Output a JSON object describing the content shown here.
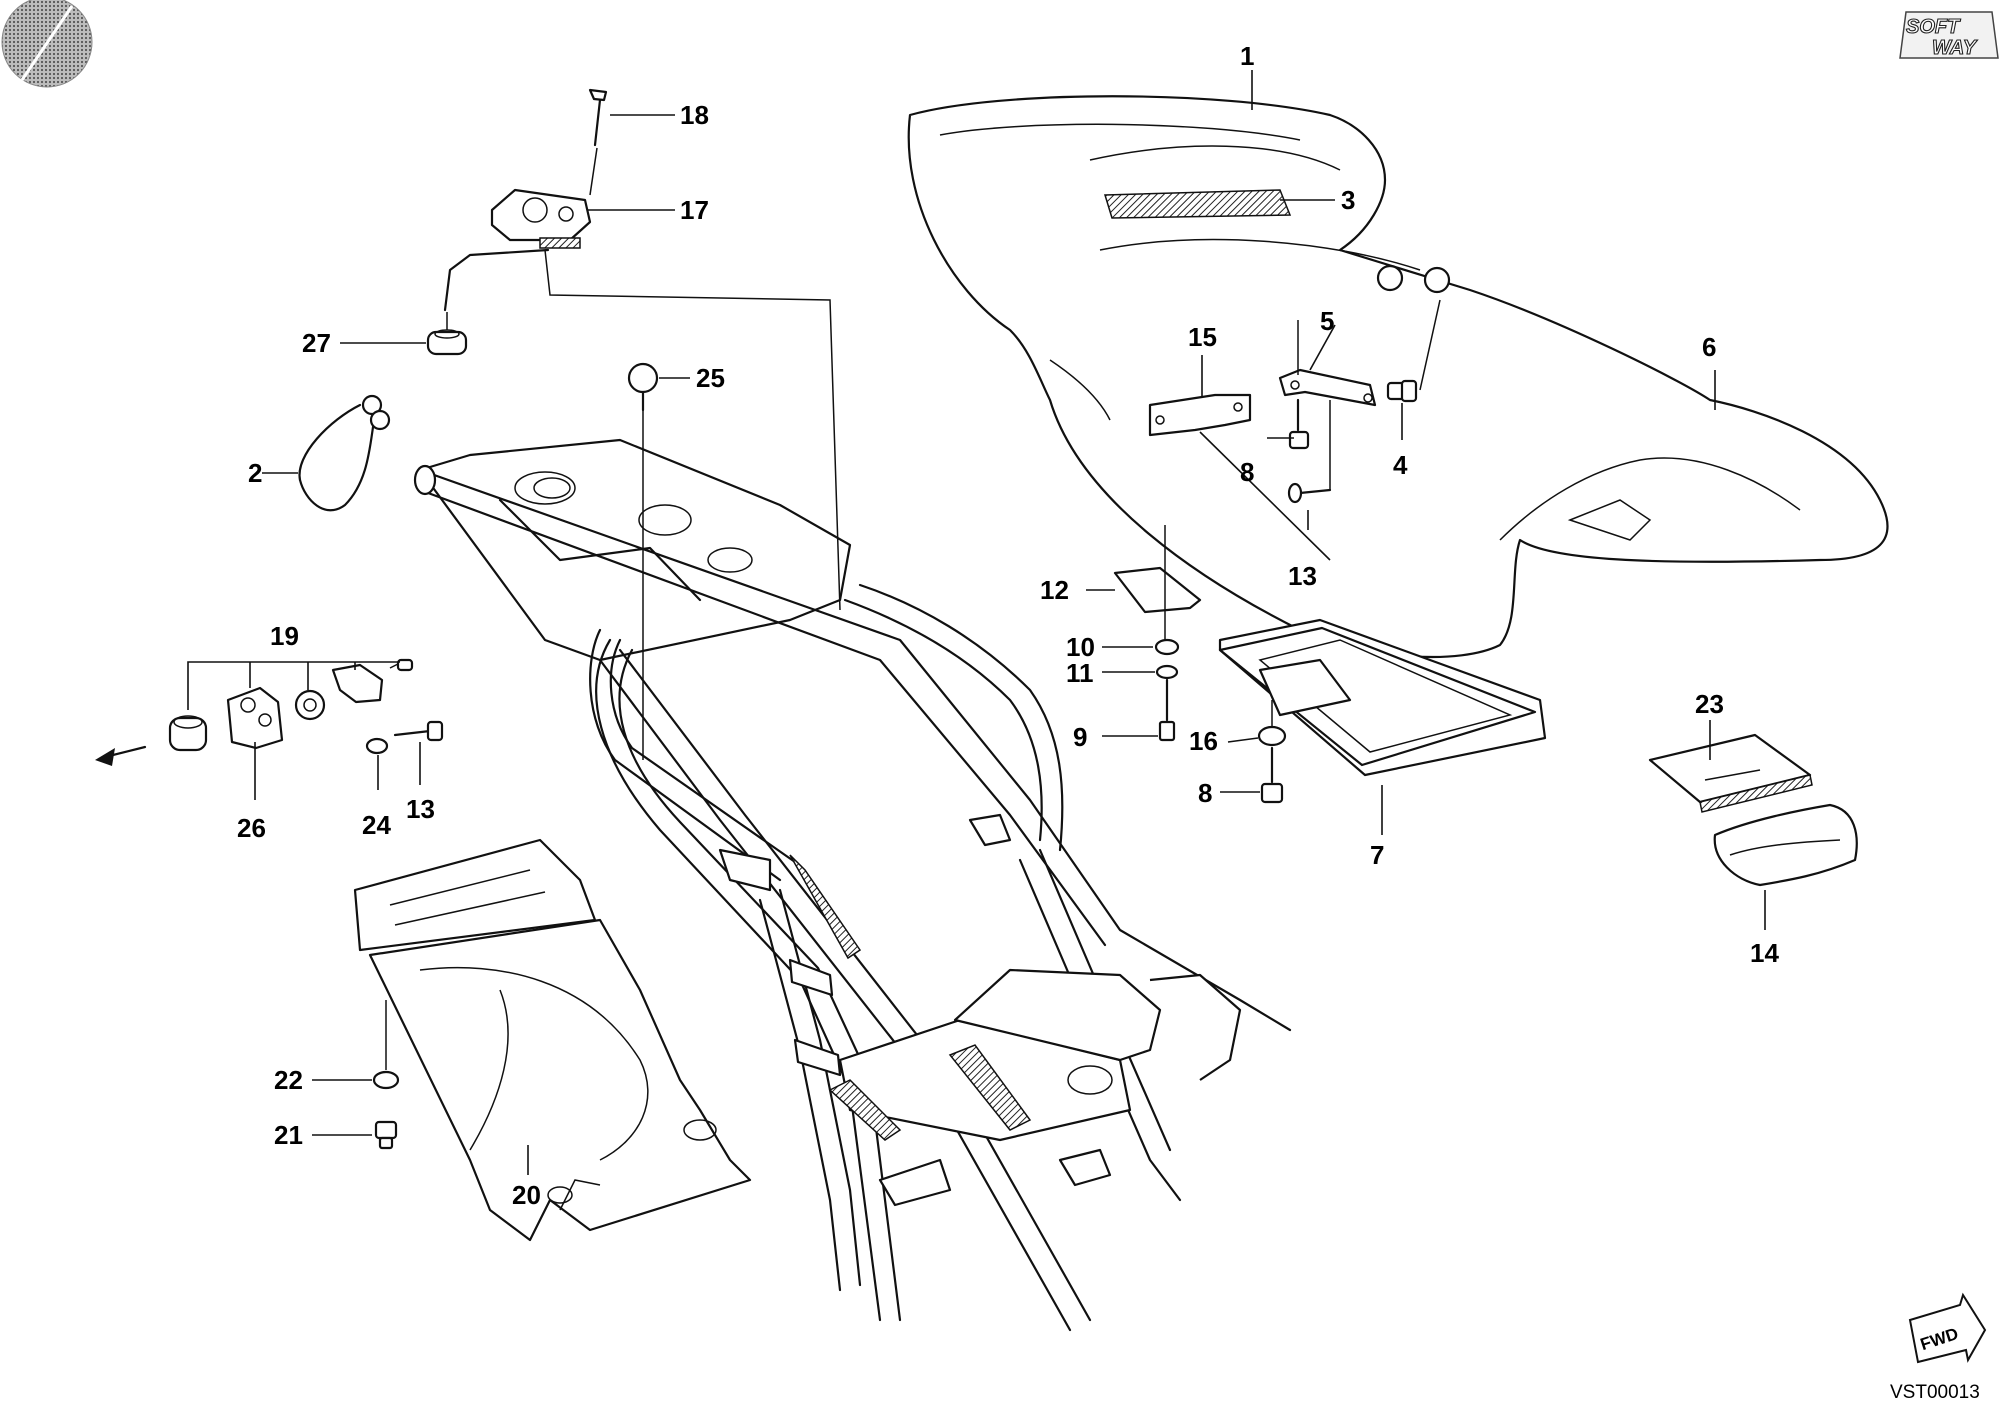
{
  "diagram": {
    "logo_text": [
      "SOFT",
      "WAY"
    ],
    "code": "VST00013",
    "fwd_label": "FWD",
    "callouts": [
      {
        "id": "1",
        "label": "1"
      },
      {
        "id": "2",
        "label": "2"
      },
      {
        "id": "3",
        "label": "3"
      },
      {
        "id": "4",
        "label": "4"
      },
      {
        "id": "5",
        "label": "5"
      },
      {
        "id": "6",
        "label": "6"
      },
      {
        "id": "7",
        "label": "7"
      },
      {
        "id": "8a",
        "label": "8"
      },
      {
        "id": "8b",
        "label": "8"
      },
      {
        "id": "9",
        "label": "9"
      },
      {
        "id": "10",
        "label": "10"
      },
      {
        "id": "11",
        "label": "11"
      },
      {
        "id": "12",
        "label": "12"
      },
      {
        "id": "13a",
        "label": "13"
      },
      {
        "id": "13b",
        "label": "13"
      },
      {
        "id": "14",
        "label": "14"
      },
      {
        "id": "15",
        "label": "15"
      },
      {
        "id": "16",
        "label": "16"
      },
      {
        "id": "17",
        "label": "17"
      },
      {
        "id": "18",
        "label": "18"
      },
      {
        "id": "19",
        "label": "19"
      },
      {
        "id": "20",
        "label": "20"
      },
      {
        "id": "21",
        "label": "21"
      },
      {
        "id": "22",
        "label": "22"
      },
      {
        "id": "23",
        "label": "23"
      },
      {
        "id": "24",
        "label": "24"
      },
      {
        "id": "25",
        "label": "25"
      },
      {
        "id": "26",
        "label": "26"
      },
      {
        "id": "27",
        "label": "27"
      }
    ]
  }
}
